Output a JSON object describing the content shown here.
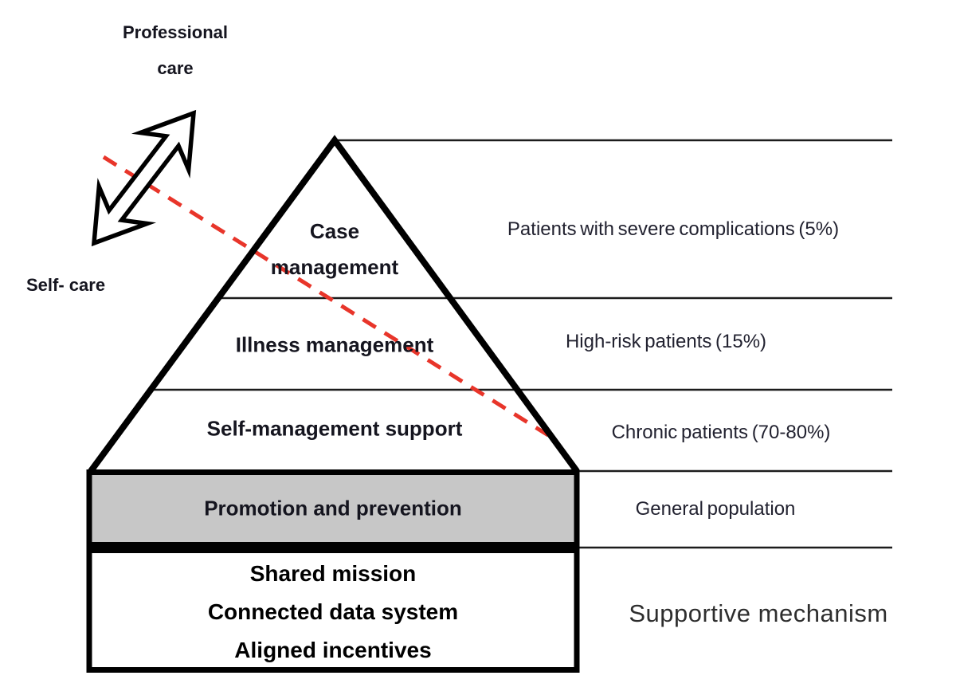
{
  "colors": {
    "accent_red": "#e8352a",
    "band_gray": "#c7c7c7",
    "line_black": "#1c1c1c"
  },
  "care_spectrum": {
    "top_label_line1": "Professional",
    "top_label_line2": "care",
    "bottom_label": "Self- care",
    "arrow_icon": "double-headed-diagonal-arrow"
  },
  "pyramid": {
    "levels": [
      {
        "name_line1": "Case",
        "name_line2": "management",
        "population": "Patients with severe complications (5%)"
      },
      {
        "name": "Illness management",
        "population": "High-risk patients (15%)"
      },
      {
        "name": "Self-management support",
        "population": "Chronic patients (70-80%)"
      },
      {
        "name": "Promotion and prevention",
        "population": "General population"
      }
    ],
    "foundation": {
      "items": [
        "Shared mission",
        "Connected data system",
        "Aligned incentives"
      ],
      "label": "Supportive mechanism"
    }
  }
}
